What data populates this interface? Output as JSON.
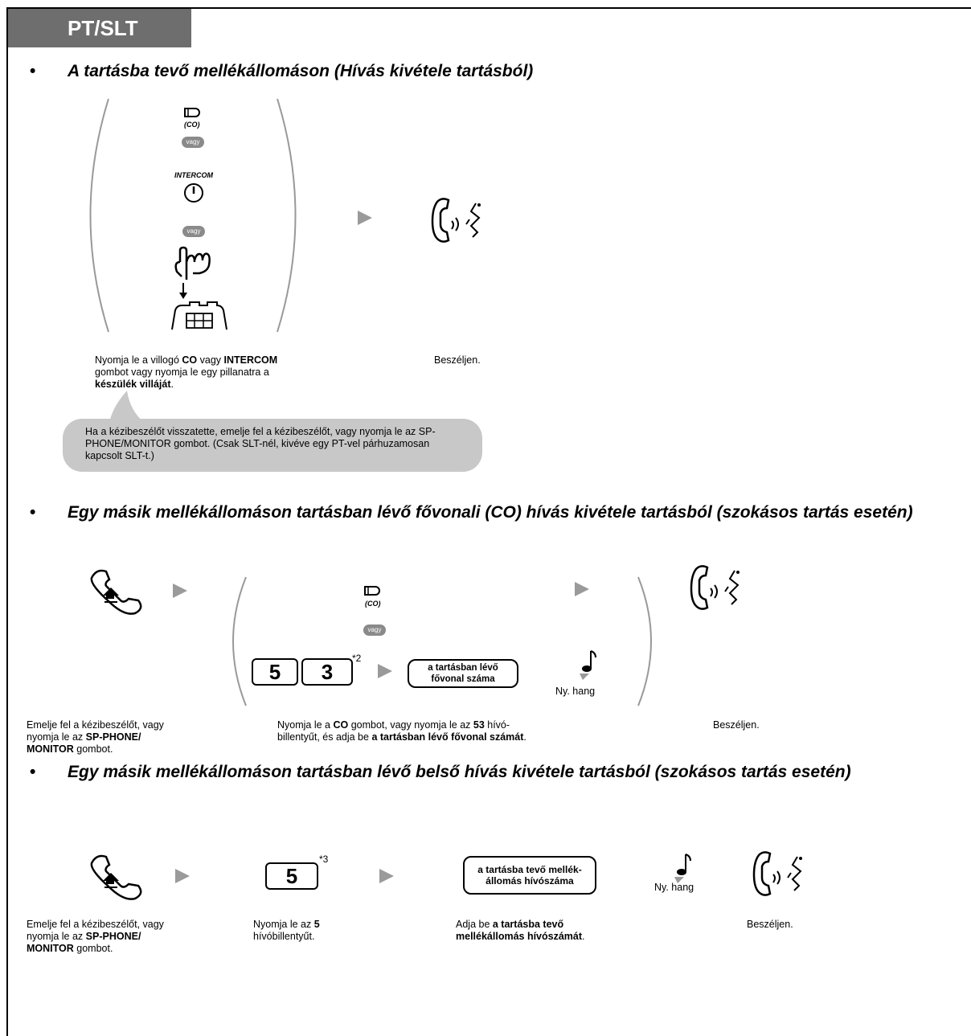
{
  "tab_label": "PT/SLT",
  "section1": {
    "heading": "A tartásba tevő mellékállomáson (Hívás kivétele tartásból)",
    "co_label": "(CO)",
    "or_1": "vagy",
    "intercom_label": "INTERCOM",
    "or_2": "vagy",
    "caption_left": {
      "t1": "Nyomja le a villogó ",
      "b1": "CO",
      "t2": " vagy ",
      "b2": "INTERCOM",
      "t3": "gombot vagy nyomja le egy pillanatra a",
      "b3": "készülék villáját",
      "t4": "."
    },
    "caption_right": "Beszéljen.",
    "bubble_text": "Ha a kézibeszélőt visszatette, emelje fel a kézibeszélőt, vagy nyomja le az SP-PHONE/MONITOR gombot. (Csak SLT-nél, kivéve egy PT-vel párhuzamosan kapcsolt SLT-t.)"
  },
  "section2": {
    "heading": "Egy másik mellékállomáson tartásban lévő fővonali (CO) hívás kivétele tartásból (szokásos tartás esetén)",
    "co_label": "(CO)",
    "or": "vagy",
    "key_5": "5",
    "key_3": "3",
    "note": "*2",
    "box_label": "a tartásban lévő fővonal száma",
    "tone": "Ny. hang",
    "caption_left": {
      "t1": "Emelje fel a kézibeszélőt, vagy",
      "t2": "nyomja le az ",
      "b1": "SP-PHONE/",
      "b2": "MONITOR",
      "t3": " gombot."
    },
    "caption_mid": {
      "t1": "Nyomja le a ",
      "b1": "CO",
      "t2": " gombot, vagy nyomja le az ",
      "b2": "53",
      "t3": " hívó-",
      "t4": "billentyűt, és adja be ",
      "b3": "a tartásban lévő fővonal számát",
      "t5": "."
    },
    "caption_right": "Beszéljen."
  },
  "section3": {
    "heading": "Egy másik mellékállomáson tartásban lévő belső hívás kivétele tartásból (szokásos tartás esetén)",
    "key_5": "5",
    "note": "*3",
    "box_label": "a tartásba tevő mellék-állomás hívószáma",
    "tone": "Ny. hang",
    "caption_left": {
      "t1": "Emelje fel a kézibeszélőt, vagy",
      "t2": "nyomja le az ",
      "b1": "SP-PHONE/",
      "b2": "MONITOR",
      "t3": " gombot."
    },
    "caption_key": {
      "t1": "Nyomja le az ",
      "b1": "5",
      "t2": "hívóbillentyűt."
    },
    "caption_box": {
      "t1": "Adja be ",
      "b1": "a tartásba tevő",
      "b2": "mellékállomás hívószámát",
      "t2": "."
    },
    "caption_right": "Beszéljen."
  }
}
